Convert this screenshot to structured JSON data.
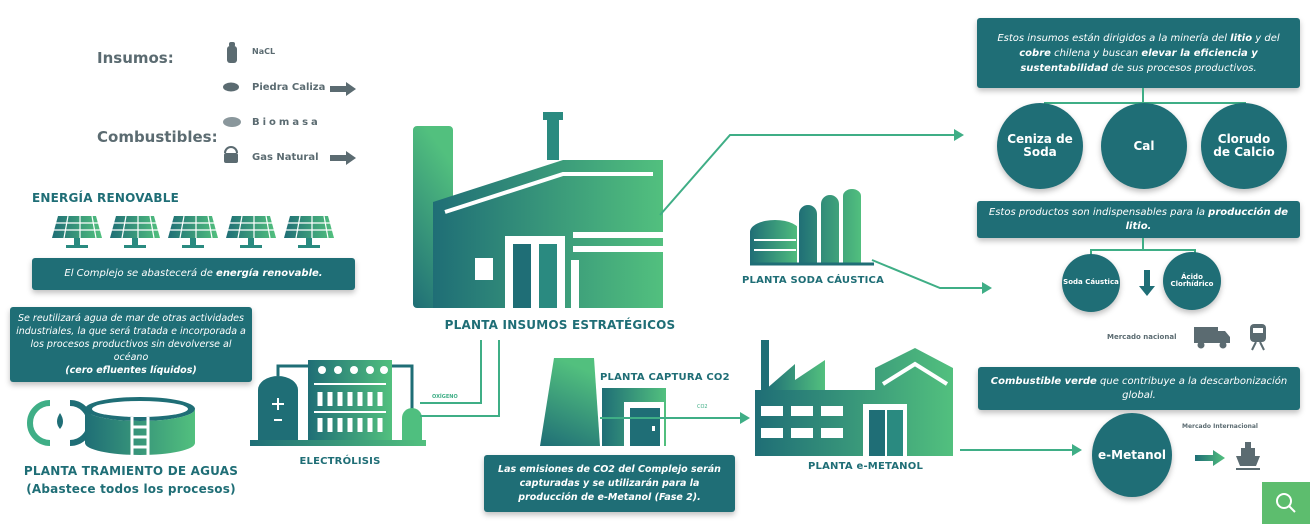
{
  "inputs": {
    "insumos_label": "Insumos:",
    "combustibles_label": "Combustibles:",
    "items": [
      {
        "label": "NaCL",
        "icon": "salt-shaker-icon"
      },
      {
        "label": "Piedra Caliza",
        "icon": "stone-icon"
      },
      {
        "label": "Biomasa",
        "icon": "biomass-icon"
      },
      {
        "label": "Gas Natural",
        "icon": "gas-tank-icon"
      }
    ]
  },
  "energy": {
    "title": "ENERGÍA RENOVABLE",
    "text_pre": "El Complejo se abastecerá de ",
    "text_bold": "energía renovable."
  },
  "water": {
    "text": "Se reutilizará agua de mar de otras actividades industriales, la que será tratada e incorporada a los procesos productivos sin devolverse al océano",
    "text_bold": "(cero efluentes líquidos)",
    "title": "PLANTA TRAMIENTO DE AGUAS",
    "subtitle": "(Abastece todos los procesos)"
  },
  "electrolysis": {
    "title": "ELECTRÓLISIS",
    "oxygen_label": "OXÍGENO"
  },
  "main_plant": {
    "title": "PLANTA INSUMOS ESTRATÉGICOS"
  },
  "soda_plant": {
    "title": "PLANTA SODA CÁUSTICA"
  },
  "co2_plant": {
    "title": "PLANTA CAPTURA CO2",
    "flow_label": "CO2",
    "text": "Las emisiones de CO2 del Complejo serán capturadas y se utilizarán para la producción de e-Metanol (Fase 2)."
  },
  "methanol_plant": {
    "title": "PLANTA e-METANOL"
  },
  "products_box": {
    "t1": "Estos insumos están dirigidos a la minería del ",
    "b1": "litio",
    "t2": " y del ",
    "b2": "cobre",
    "t3": " chilena y buscan ",
    "b3": "elevar la eficiencia y sustentabilidad",
    "t4": " de sus procesos productivos."
  },
  "products": [
    "Ceniza de Soda",
    "Cal",
    "Clorudo de Calcio"
  ],
  "lithium_box": {
    "text": "Estos productos son indispensables para la ",
    "bold": "producción de litio."
  },
  "soda_products": [
    "Soda Cáustica",
    "Ácido Clorhídrico"
  ],
  "national_market": "Mercado nacional",
  "green_box": {
    "bold": "Combustible verde",
    "text": " que contribuye a la descarbonización global."
  },
  "emethanol": "e-Metanol",
  "international_market": "Mercado Internacional",
  "colors": {
    "teal": "#1f6e76",
    "green": "#4fbf7f",
    "search": "#5dbd6e"
  }
}
